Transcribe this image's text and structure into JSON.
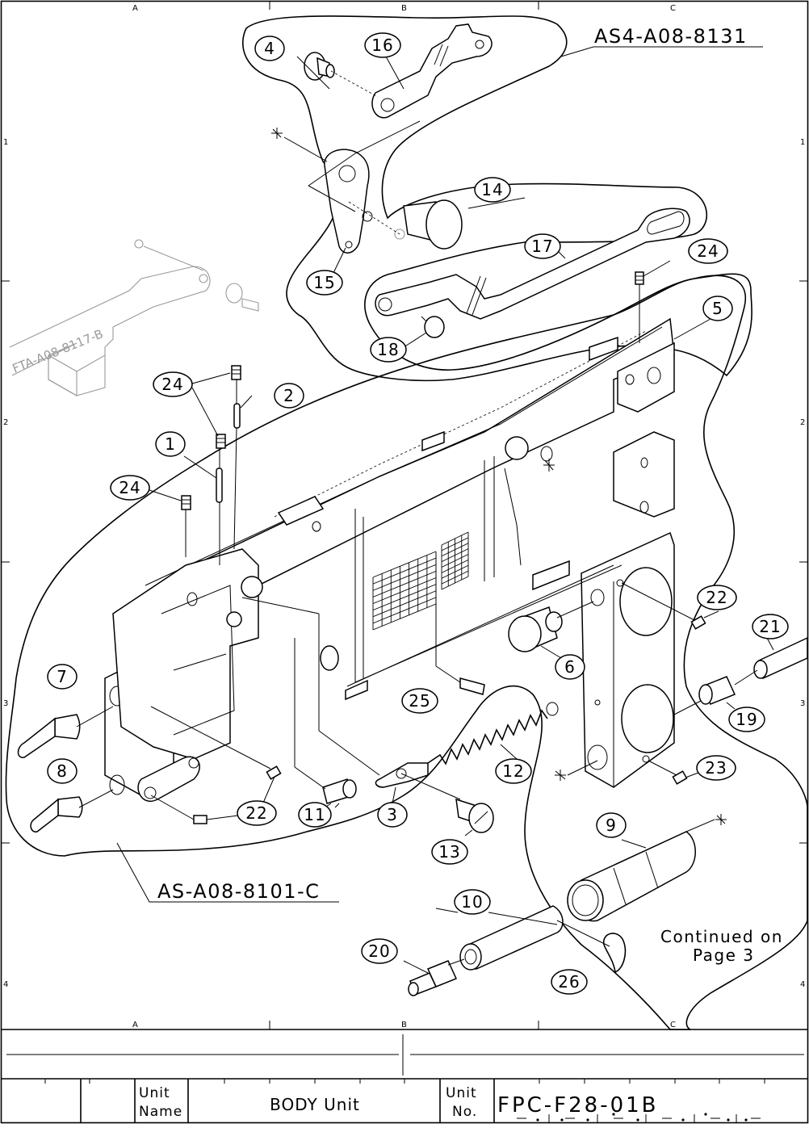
{
  "zones": {
    "top": [
      "A",
      "B",
      "C"
    ],
    "bottom": [
      "A",
      "B",
      "C"
    ],
    "left": [
      "1",
      "2",
      "3",
      "4"
    ],
    "right": [
      "1",
      "2",
      "3",
      "4"
    ]
  },
  "assemblies": {
    "upper": "AS4-A08-8131",
    "lower": "AS-A08-8101-C",
    "reference": "FTA-A08-8117-B"
  },
  "note": {
    "line1": "Continued on",
    "line2": "Page 3"
  },
  "balloons": {
    "b1": "1",
    "b2": "2",
    "b3": "3",
    "b4": "4",
    "b5": "5",
    "b6": "6",
    "b7": "7",
    "b8": "8",
    "b9": "9",
    "b10": "10",
    "b11": "11",
    "b12": "12",
    "b13": "13",
    "b14": "14",
    "b15": "15",
    "b16": "16",
    "b17": "17",
    "b18": "18",
    "b19": "19",
    "b20": "20",
    "b21": "21",
    "b22a": "22",
    "b22b": "22",
    "b23": "23",
    "b24a": "24",
    "b24b": "24",
    "b24c": "24",
    "b25": "25",
    "b26": "26"
  },
  "title_block": {
    "unit_name_label_1": "Unit",
    "unit_name_label_2": "Name",
    "unit_name": "BODY Unit",
    "unit_no_label_1": "Unit",
    "unit_no_label_2": "No.",
    "unit_no": "FPC-F28-01B"
  }
}
